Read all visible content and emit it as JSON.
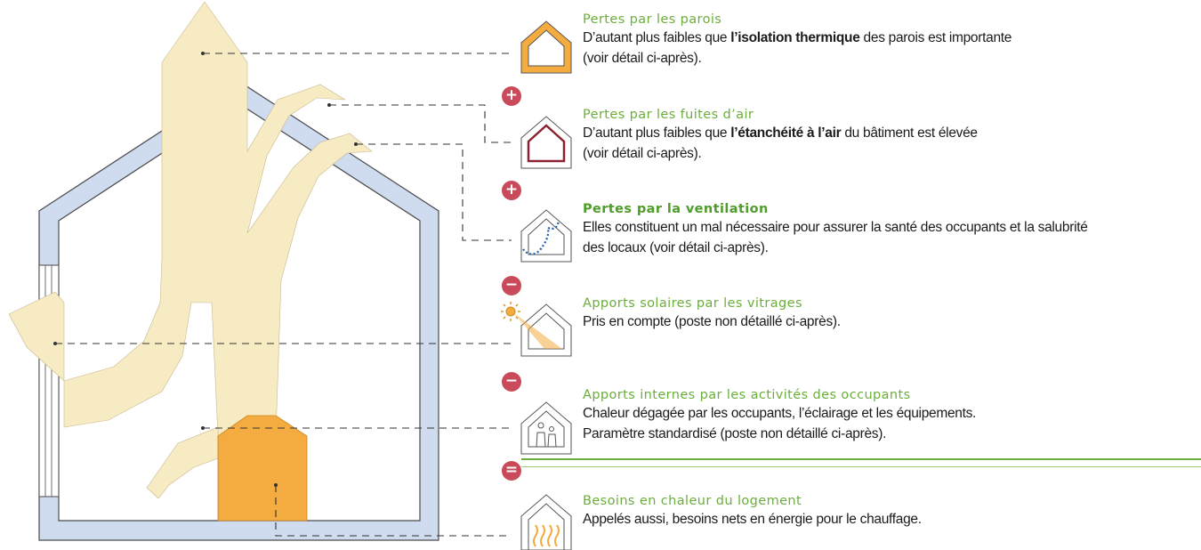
{
  "colors": {
    "flow": "#f7ebc4",
    "heat": "#f4ab3f",
    "wall": "#cfdbee",
    "title": "#6cae3c",
    "operator": "#c94a5a",
    "divider": "#6cae3c"
  },
  "operators": [
    "+",
    "+",
    "−",
    "−",
    "="
  ],
  "items": [
    {
      "icon": "house-insulated-icon",
      "title": "Pertes par les parois",
      "desc": [
        "D’autant plus faibles que ",
        "l’isolation thermique",
        " des parois est importante"
      ],
      "desc2": "(voir détail ci-après)."
    },
    {
      "icon": "house-air-leak-icon",
      "title": "Pertes par les fuites d’air",
      "desc": [
        "D’autant plus faibles que ",
        "l’étanchéité à l’air",
        " du bâtiment est élevée"
      ],
      "desc2": "(voir détail ci-après)."
    },
    {
      "icon": "house-ventilation-icon",
      "title": "Pertes par la ventilation",
      "desc1": "Elles constituent un mal nécessaire pour assurer la santé des occupants et la salubrité",
      "desc2": "des locaux (voir détail ci-après)."
    },
    {
      "icon": "house-sun-icon",
      "title": "Apports solaires par les vitrages",
      "desc1": "Pris en compte (poste non détaillé ci-après)."
    },
    {
      "icon": "house-occupants-icon",
      "title": "Apports internes par les activités des occupants",
      "desc1": "Chaleur dégagée par les occupants, l’éclairage et les équipements.",
      "desc2": "Paramètre standardisé (poste non détaillé ci-après)."
    },
    {
      "icon": "house-heating-icon",
      "title": "Besoins en chaleur du logement",
      "desc1": "Appelés aussi, besoins nets en énergie pour le chauffage."
    }
  ]
}
